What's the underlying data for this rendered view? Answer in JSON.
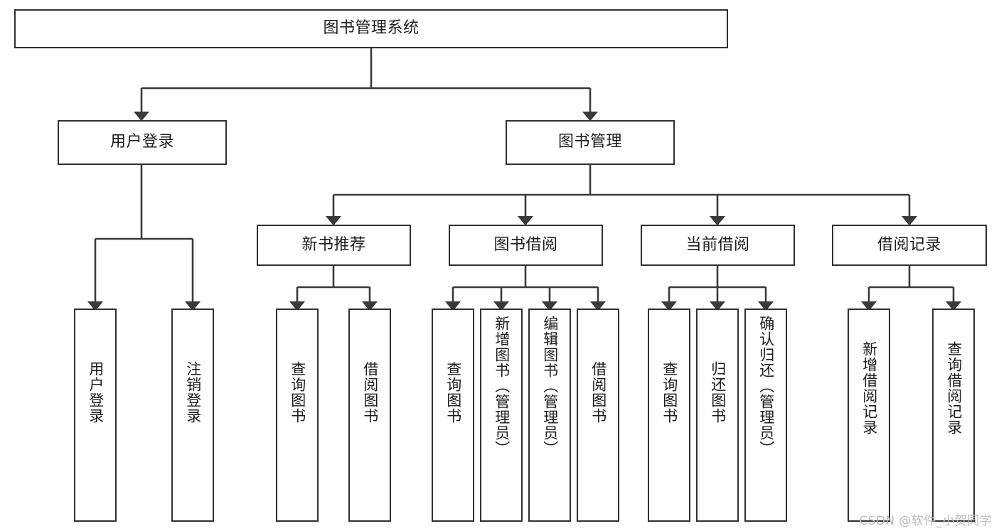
{
  "diagram": {
    "title": "图书管理系统",
    "type": "tree",
    "theme": {
      "background": "#ffffff",
      "box_border": "#32302f",
      "box_fill": "#ffffff",
      "connector": "#3a3a3a",
      "text": "#1d1c1b",
      "watermark": "#b9b9b9"
    },
    "root": {
      "id": "root",
      "label": "图书管理系统"
    },
    "level2": [
      {
        "id": "user-login",
        "label": "用户登录"
      },
      {
        "id": "book-manage",
        "label": "图书管理"
      }
    ],
    "level3": [
      {
        "id": "new-book-recommend",
        "label": "新书推荐"
      },
      {
        "id": "book-borrow",
        "label": "图书借阅"
      },
      {
        "id": "current-borrow",
        "label": "当前借阅"
      },
      {
        "id": "borrow-record",
        "label": "借阅记录"
      }
    ],
    "leaves": [
      {
        "id": "leaf-user-login",
        "label": "用户登录",
        "parent": "user-login"
      },
      {
        "id": "leaf-logout-login",
        "label": "注销登录",
        "parent": "user-login"
      },
      {
        "id": "leaf-query-book-1",
        "label": "查询图书",
        "parent": "new-book-recommend"
      },
      {
        "id": "leaf-borrow-book-1",
        "label": "借阅图书",
        "parent": "new-book-recommend"
      },
      {
        "id": "leaf-query-book-2",
        "label": "查询图书",
        "parent": "book-borrow"
      },
      {
        "id": "leaf-add-book",
        "label": "新增图书（管理员）",
        "parent": "book-borrow"
      },
      {
        "id": "leaf-edit-book",
        "label": "编辑图书（管理员）",
        "parent": "book-borrow"
      },
      {
        "id": "leaf-borrow-book-2",
        "label": "借阅图书",
        "parent": "book-borrow"
      },
      {
        "id": "leaf-query-book-3",
        "label": "查询图书",
        "parent": "current-borrow"
      },
      {
        "id": "leaf-return-book",
        "label": "归还图书",
        "parent": "current-borrow"
      },
      {
        "id": "leaf-confirm-return",
        "label": "确认归还（管理员）",
        "parent": "current-borrow"
      },
      {
        "id": "leaf-add-record",
        "label": "新增借阅记录",
        "parent": "borrow-record"
      },
      {
        "id": "leaf-query-record",
        "label": "查询借阅记录",
        "parent": "borrow-record"
      }
    ],
    "watermark": "CSDN @软件_小贺同学"
  }
}
